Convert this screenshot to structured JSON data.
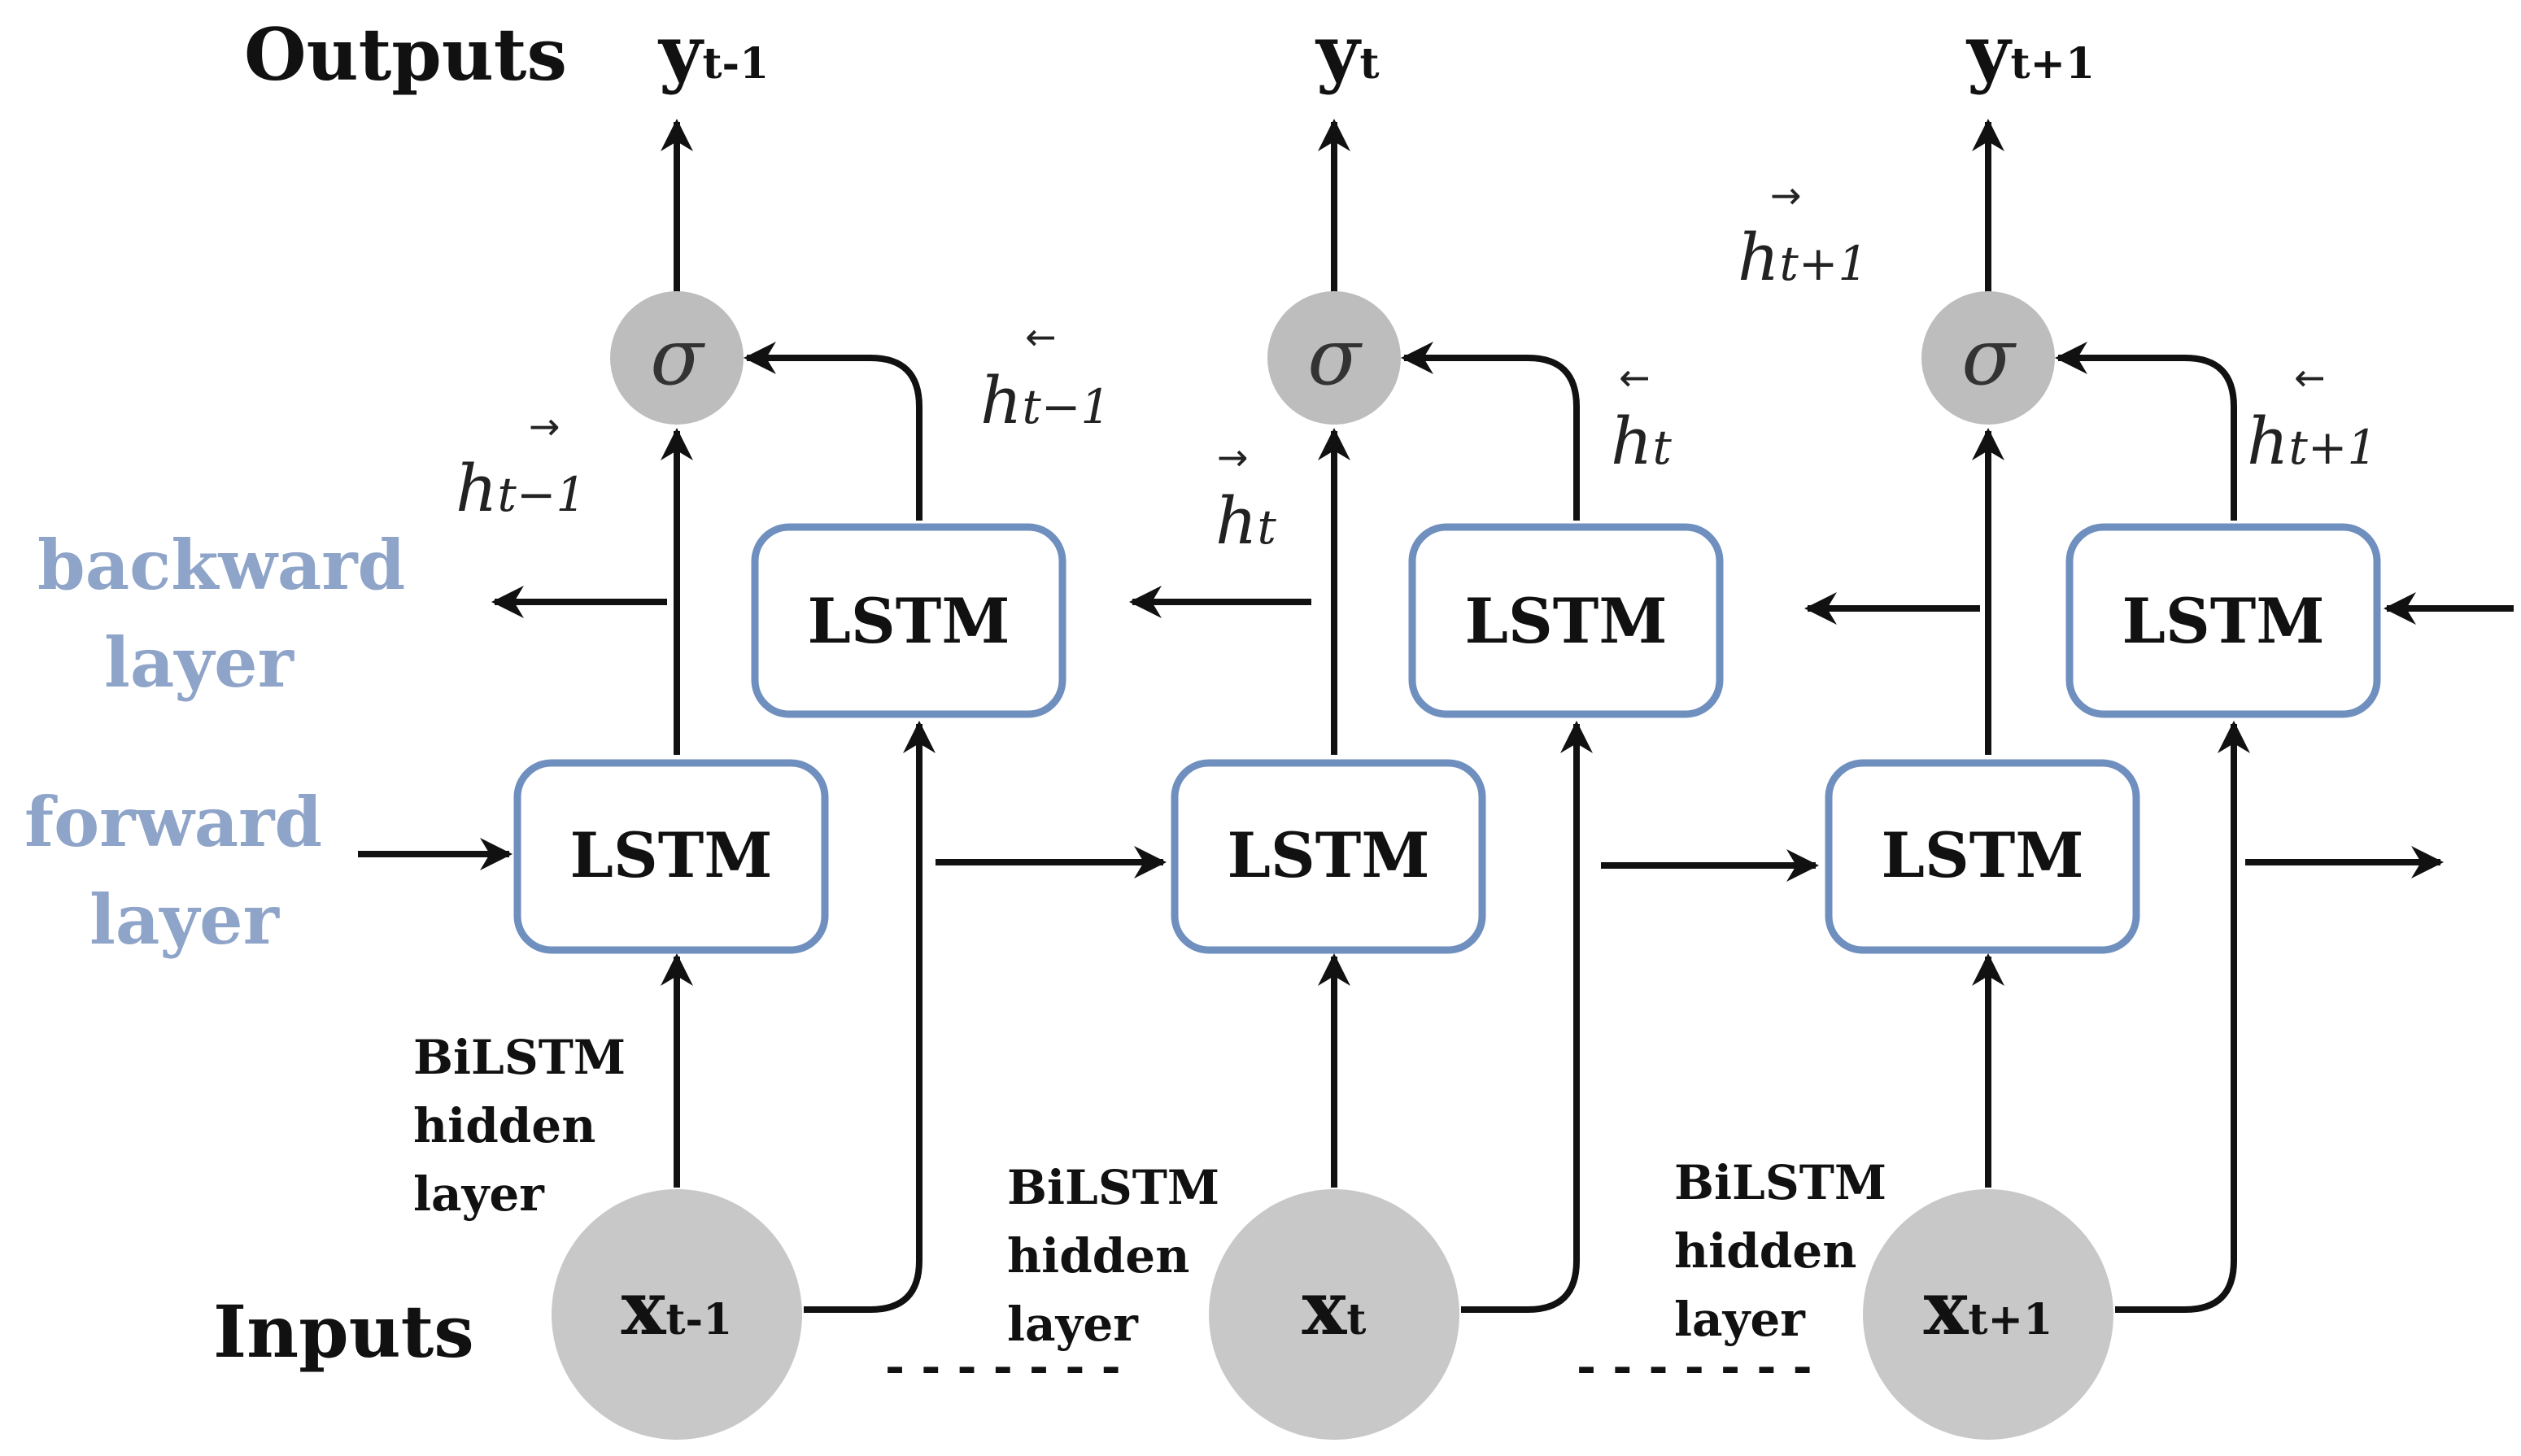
{
  "labels": {
    "outputs": "Outputs",
    "inputs": "Inputs",
    "backward_line1": "backward",
    "backward_line2": "layer",
    "forward_line1": "forward",
    "forward_line2": "layer",
    "hidden_line1": "BiLSTM",
    "hidden_line2": "hidden",
    "hidden_line3": "layer",
    "lstm": "LSTM",
    "sigma": "σ",
    "dashes": "- - - - - - -"
  },
  "steps": [
    {
      "y_main": "y",
      "y_sub": "t-1",
      "x_main": "x",
      "x_sub": "t-1",
      "h_sub": "t−1"
    },
    {
      "y_main": "y",
      "y_sub": "t",
      "x_main": "x",
      "x_sub": "t",
      "h_sub": "t"
    },
    {
      "y_main": "y",
      "y_sub": "t+1",
      "x_main": "x",
      "x_sub": "t+1",
      "h_sub": "t+1"
    }
  ],
  "h_symbol": "h",
  "arrow_right": "→",
  "arrow_left": "←",
  "colors": {
    "box_border": "#6f8fbf",
    "node_fill": "#c8c8c8",
    "sigma_fill": "#bdbdbd",
    "label_blue": "#8ea4c8"
  }
}
